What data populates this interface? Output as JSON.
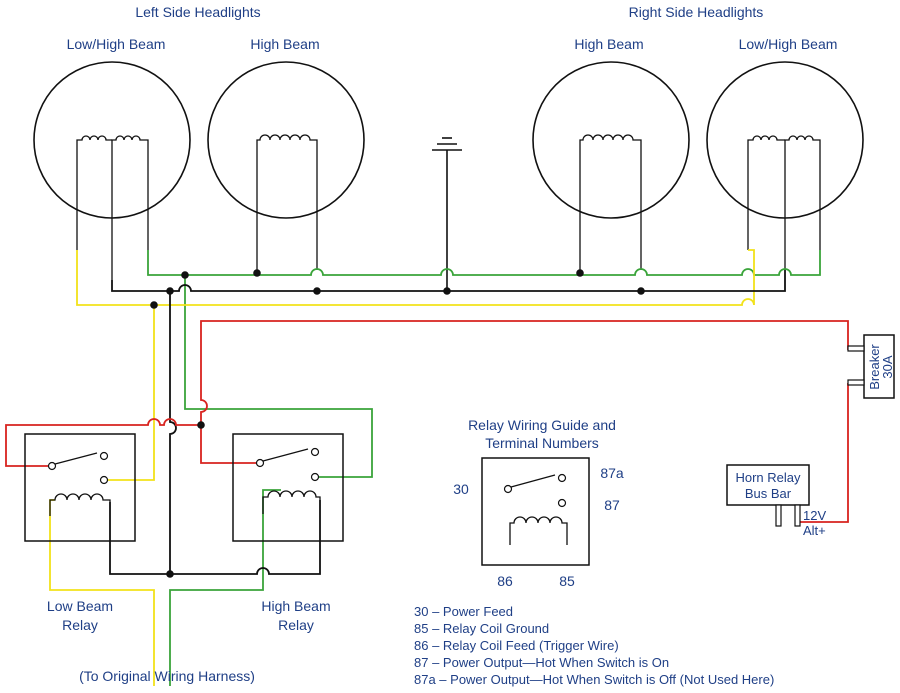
{
  "headings": {
    "left_side": "Left Side Headlights",
    "right_side": "Right Side Headlights"
  },
  "lamps": {
    "left_low_high": "Low/High Beam",
    "left_high": "High Beam",
    "right_high": "High Beam",
    "right_low_high": "Low/High Beam"
  },
  "breaker": {
    "line1": "Breaker",
    "line2": "30A"
  },
  "bus_bar": {
    "line1": "Horn Relay",
    "line2": "Bus Bar",
    "terminal_12v": "12V",
    "terminal_alt": "Alt+"
  },
  "relays": {
    "low_beam": {
      "line1": "Low Beam",
      "line2": "Relay"
    },
    "high_beam": {
      "line1": "High Beam",
      "line2": "Relay"
    }
  },
  "guide": {
    "title_line1": "Relay Wiring Guide and",
    "title_line2": "Terminal Numbers",
    "t30": "30",
    "t87a": "87a",
    "t87": "87",
    "t86": "86",
    "t85": "85"
  },
  "harness": "(To Original Wiring Harness)",
  "legend": [
    "30 – Power Feed",
    "85 – Relay Coil Ground",
    "86 – Relay Coil Feed (Trigger Wire)",
    "87 – Power Output—Hot When Switch is On",
    "87a – Power Output—Hot When Switch is Off (Not Used Here)"
  ],
  "wire_colors": {
    "ground": "#111111",
    "power": "#d8231f",
    "high_beam": "#3aa43a",
    "low_beam": "#f2e21a",
    "text": "#1f3f86"
  }
}
